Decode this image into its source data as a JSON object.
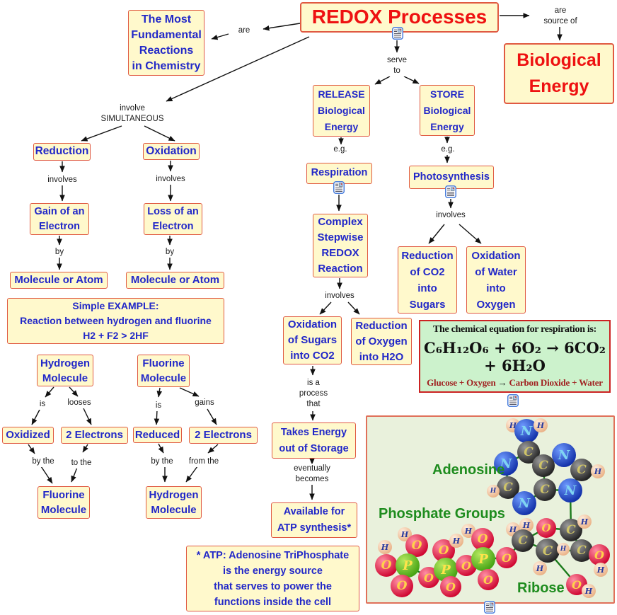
{
  "page_title": "REDOX Processes concept map",
  "colors": {
    "node_bg": "#FFF9CC",
    "node_border": "#E05A42",
    "node_text": "#2228C8",
    "title_text": "#EE1111",
    "connector_text": "#1A1A1A",
    "equation_bg": "#CCF2CC",
    "equation_border": "#CC2222",
    "figure_bg": "#E9F1DC",
    "figure_border": "#E0705A",
    "figure_label_green": "#1E8C1E"
  },
  "icons": {
    "resource_icon": "cmap-resource-note-icon"
  },
  "nodes": {
    "redox_title": {
      "text": "REDOX Processes"
    },
    "most_fundamental": {
      "text": "The Most\nFundamental\nReactions\nin Chemistry"
    },
    "biological_energy": {
      "text": "Biological\nEnergy"
    },
    "release": {
      "text": "RELEASE\nBiological\nEnergy"
    },
    "store": {
      "text": "STORE\nBiological\nEnergy"
    },
    "reduction": {
      "text": "Reduction"
    },
    "oxidation": {
      "text": "Oxidation"
    },
    "gain_electron": {
      "text": "Gain of an\nElectron"
    },
    "loss_electron": {
      "text": "Loss of an\nElectron"
    },
    "molecule_atom_left": {
      "text": "Molecule or Atom"
    },
    "molecule_atom_right": {
      "text": "Molecule or Atom"
    },
    "simple_example": {
      "text": "Simple EXAMPLE:\nReaction between hydrogen and fluorine\nH2 + F2 > 2HF"
    },
    "hydrogen_molecule": {
      "text": "Hydrogen\nMolecule"
    },
    "fluorine_molecule": {
      "text": "Fluorine\nMolecule"
    },
    "oxidized": {
      "text": "Oxidized"
    },
    "two_electrons_1": {
      "text": "2 Electrons"
    },
    "reduced": {
      "text": "Reduced"
    },
    "two_electrons_2": {
      "text": "2 Electrons"
    },
    "fluorine_molecule_2": {
      "text": "Fluorine\nMolecule"
    },
    "hydrogen_molecule_2": {
      "text": "Hydrogen\nMolecule"
    },
    "respiration": {
      "text": "Respiration"
    },
    "photosynthesis": {
      "text": "Photosynthesis"
    },
    "complex_redox": {
      "text": "Complex\nStepwise\nREDOX\nReaction"
    },
    "reduction_co2": {
      "text": "Reduction\nof CO2\ninto\nSugars"
    },
    "oxidation_water": {
      "text": "Oxidation\nof Water\ninto\nOxygen"
    },
    "oxidation_sugars": {
      "text": "Oxidation\nof Sugars\ninto CO2"
    },
    "reduction_oxygen": {
      "text": "Reduction\nof Oxygen\ninto H2O"
    },
    "takes_energy": {
      "text": "Takes Energy\nout of Storage"
    },
    "available_atp": {
      "text": "Available for\nATP synthesis*"
    },
    "atp_note": {
      "text": "* ATP: Adenosine TriPhosphate\nis the energy source\nthat serves to power the\nfunctions inside the cell"
    }
  },
  "connectors": {
    "are": {
      "text": "are"
    },
    "are_source_of": {
      "text": "are\nsource of"
    },
    "serve_to": {
      "text": "serve\nto"
    },
    "involve_simultaneous": {
      "text": "involve\nSIMULTANEOUS"
    },
    "involves_left": {
      "text": "involves"
    },
    "involves_right": {
      "text": "involves"
    },
    "by_left": {
      "text": "by"
    },
    "by_right": {
      "text": "by"
    },
    "eg_left": {
      "text": "e.g."
    },
    "eg_right": {
      "text": "e.g."
    },
    "involves_photo": {
      "text": "involves"
    },
    "involves_complex": {
      "text": "involves"
    },
    "is_a_process_that": {
      "text": "is a\nprocess\nthat"
    },
    "eventually_becomes": {
      "text": "eventually\nbecomes"
    },
    "is_1": {
      "text": "is"
    },
    "looses": {
      "text": "looses"
    },
    "is_2": {
      "text": "is"
    },
    "gains": {
      "text": "gains"
    },
    "by_the_1": {
      "text": "by the"
    },
    "to_the": {
      "text": "to the"
    },
    "by_the_2": {
      "text": "by the"
    },
    "from_the": {
      "text": "from the"
    }
  },
  "equation": {
    "title": "The chemical equation for respiration is:",
    "formula": "C₆H₁₂O₆ + 6O₂ → 6CO₂ + 6H₂O",
    "caption_parts": [
      {
        "text": "Glucose",
        "color": "#A02020"
      },
      {
        "text": " + ",
        "color": "#A02020"
      },
      {
        "text": "Oxygen",
        "color": "#A02020"
      },
      {
        "text": " → ",
        "color": "#111111"
      },
      {
        "text": "Carbon Dioxide",
        "color": "#A02020"
      },
      {
        "text": " + ",
        "color": "#A02020"
      },
      {
        "text": "Water",
        "color": "#A02020"
      }
    ]
  },
  "figure": {
    "labels": {
      "adenosine": "Adenosine",
      "phosphate_groups": "Phosphate Groups",
      "ribose": "Ribose"
    },
    "palette": {
      "O": {
        "hi": "#ff8fa5",
        "lo": "#cf0630",
        "letter": "#ffd24a"
      },
      "P": {
        "hi": "#b5e85e",
        "lo": "#45a313",
        "letter": "#ffe34a"
      },
      "C": {
        "hi": "#9a9a9a",
        "lo": "#222222",
        "letter": "#cfc468"
      },
      "N": {
        "hi": "#6f9bff",
        "lo": "#1230a8",
        "letter": "#7fd4f2"
      },
      "H": {
        "hi": "#ffeedd",
        "lo": "#eab287",
        "letter": "#283A9E"
      }
    },
    "atoms": [
      [
        "H",
        206,
        12,
        10
      ],
      [
        "N",
        225,
        20,
        17
      ],
      [
        "H",
        245,
        12,
        10
      ],
      [
        "C",
        228,
        50,
        16
      ],
      [
        "N",
        196,
        66,
        17
      ],
      [
        "N",
        278,
        54,
        17
      ],
      [
        "C",
        303,
        75,
        16
      ],
      [
        "H",
        326,
        77,
        10
      ],
      [
        "C",
        199,
        100,
        16
      ],
      [
        "H",
        178,
        105,
        9
      ],
      [
        "N",
        222,
        122,
        17
      ],
      [
        "C",
        251,
        103,
        16
      ],
      [
        "N",
        287,
        104,
        17
      ],
      [
        "O",
        253,
        157,
        14
      ],
      [
        "C",
        288,
        160,
        16
      ],
      [
        "H",
        307,
        148,
        10
      ],
      [
        "H",
        206,
        159,
        10
      ],
      [
        "H",
        225,
        153,
        10
      ],
      [
        "C",
        220,
        175,
        16
      ],
      [
        "C",
        255,
        189,
        17
      ],
      [
        "H",
        277,
        187,
        9
      ],
      [
        "C",
        303,
        189,
        16
      ],
      [
        "O",
        328,
        195,
        15
      ],
      [
        "H",
        330,
        216,
        10
      ],
      [
        "H",
        244,
        214,
        10
      ],
      [
        "O",
        296,
        237,
        15
      ],
      [
        "H",
        313,
        246,
        10
      ],
      [
        "H",
        53,
        166,
        10
      ],
      [
        "O",
        70,
        182,
        16
      ],
      [
        "H",
        25,
        184,
        10
      ],
      [
        "O",
        27,
        210,
        16
      ],
      [
        "P",
        57,
        210,
        17
      ],
      [
        "O",
        49,
        239,
        16
      ],
      [
        "O",
        87,
        227,
        15
      ],
      [
        "O",
        108,
        189,
        16
      ],
      [
        "H",
        126,
        175,
        10
      ],
      [
        "P",
        111,
        216,
        17
      ],
      [
        "O",
        118,
        240,
        15
      ],
      [
        "O",
        140,
        210,
        15
      ],
      [
        "H",
        143,
        161,
        10
      ],
      [
        "O",
        163,
        173,
        16
      ],
      [
        "P",
        164,
        201,
        17
      ],
      [
        "O",
        171,
        230,
        15
      ],
      [
        "O",
        197,
        199,
        15
      ],
      [
        "C",
        249,
        69,
        16
      ]
    ],
    "bonds": [
      [
        1,
        3
      ],
      [
        3,
        4
      ],
      [
        4,
        8
      ],
      [
        8,
        10
      ],
      [
        10,
        11
      ],
      [
        11,
        44
      ],
      [
        44,
        3
      ],
      [
        44,
        5
      ],
      [
        5,
        6
      ],
      [
        6,
        12
      ],
      [
        12,
        11
      ],
      [
        12,
        14
      ],
      [
        13,
        14
      ],
      [
        14,
        21
      ],
      [
        21,
        19
      ],
      [
        19,
        18
      ],
      [
        18,
        13
      ],
      [
        21,
        22
      ],
      [
        19,
        25
      ],
      [
        18,
        43
      ],
      [
        43,
        41
      ],
      [
        41,
        40
      ],
      [
        41,
        42
      ],
      [
        41,
        38
      ],
      [
        38,
        36
      ],
      [
        36,
        34
      ],
      [
        36,
        37
      ],
      [
        36,
        33
      ],
      [
        33,
        31
      ],
      [
        31,
        28
      ],
      [
        31,
        30
      ],
      [
        31,
        32
      ]
    ]
  }
}
